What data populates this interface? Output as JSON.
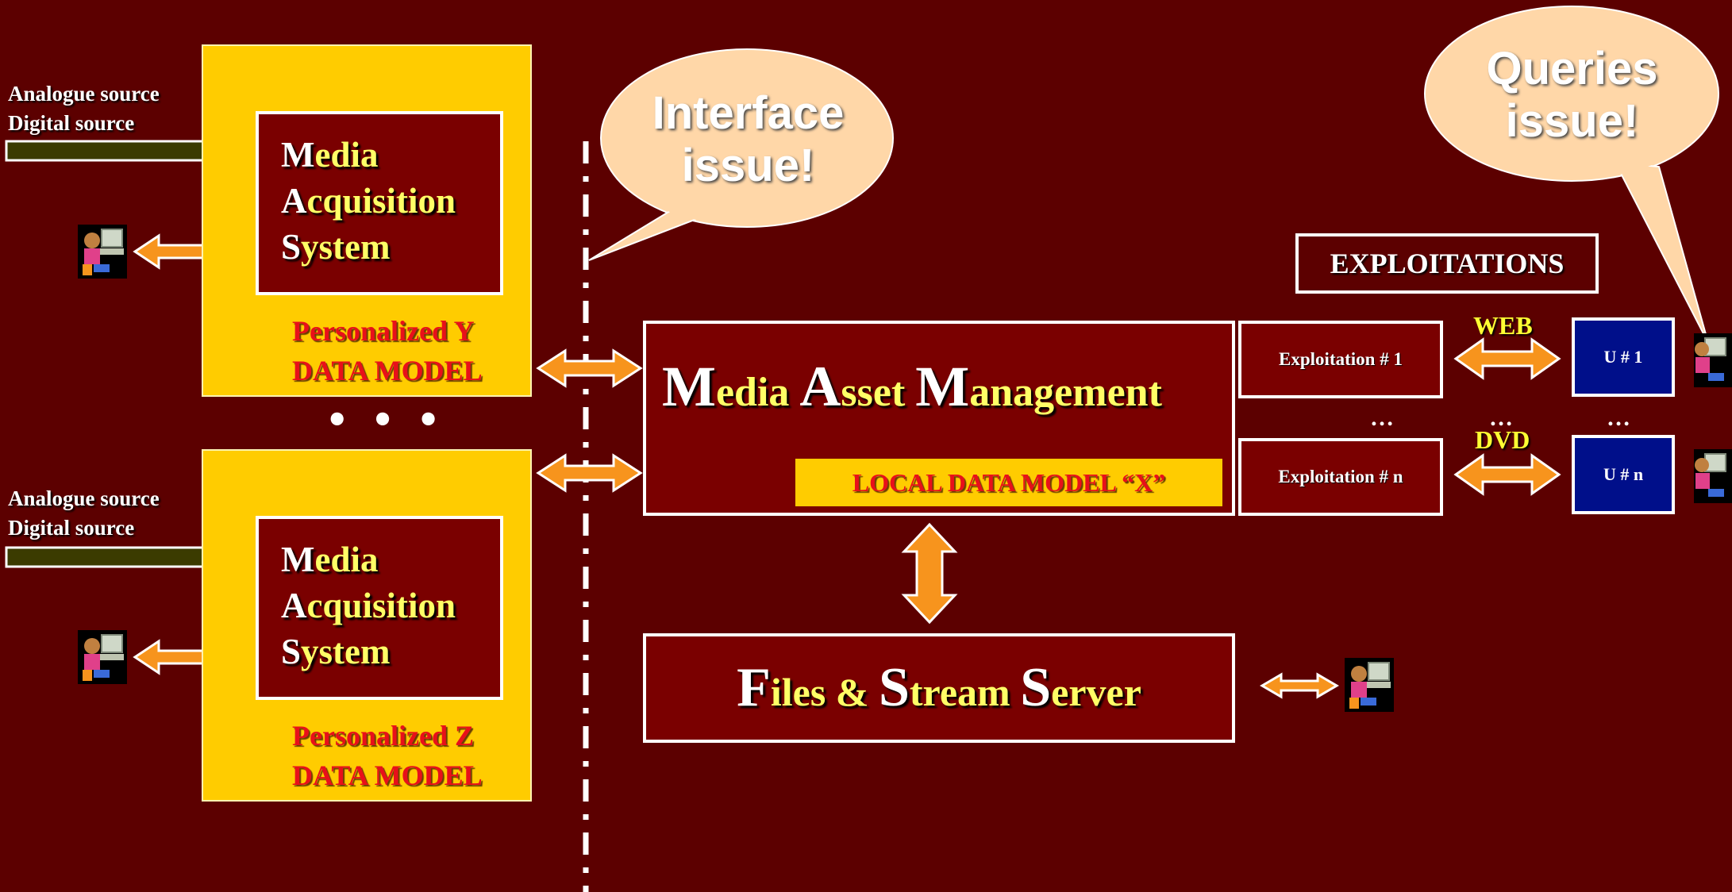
{
  "sources": {
    "top": [
      "Analogue source",
      "Digital source"
    ],
    "bottom": [
      "Analogue source",
      "Digital source"
    ]
  },
  "mas_top": {
    "c1": "M",
    "r1": "edia",
    "c2": "A",
    "r2": "cquisition",
    "c3": "S",
    "r3": "ystem"
  },
  "mas_bottom": {
    "c1": "M",
    "r1": "edia",
    "c2": "A",
    "r2": "cquisition",
    "c3": "S",
    "r3": "ystem"
  },
  "data_model_y": [
    "Personalized Y",
    "DATA MODEL"
  ],
  "data_model_z": [
    "Personalized Z",
    "DATA MODEL"
  ],
  "ellipsis_big": "• • •",
  "bubbles": {
    "interface": [
      "Interface",
      "issue!"
    ],
    "queries": [
      "Queries",
      "issue!"
    ]
  },
  "mam": {
    "c1": "M",
    "r1": "edia ",
    "c2": "A",
    "r2": "sset ",
    "c3": "M",
    "r3": "anagement",
    "local_model": "LOCAL DATA MODEL “X”"
  },
  "fss": {
    "c1": "F",
    "r1": "iles & ",
    "c2": "S",
    "r2": "tream ",
    "c3": "S",
    "r3": "erver"
  },
  "exploitations": {
    "title": "EXPLOITATIONS",
    "items": [
      "Exploitation # 1",
      "Exploitation # n"
    ],
    "channels": [
      "WEB",
      "DVD"
    ],
    "users": [
      "U # 1",
      "U # n"
    ],
    "ellipsis": "…"
  },
  "icons": [
    "user-at-computer-icon"
  ],
  "colors": {
    "background": "#5c0000",
    "panel": "#ffcc00",
    "box": "#7a0000",
    "arrow": "#f7941d",
    "user_box": "#000f8a"
  }
}
